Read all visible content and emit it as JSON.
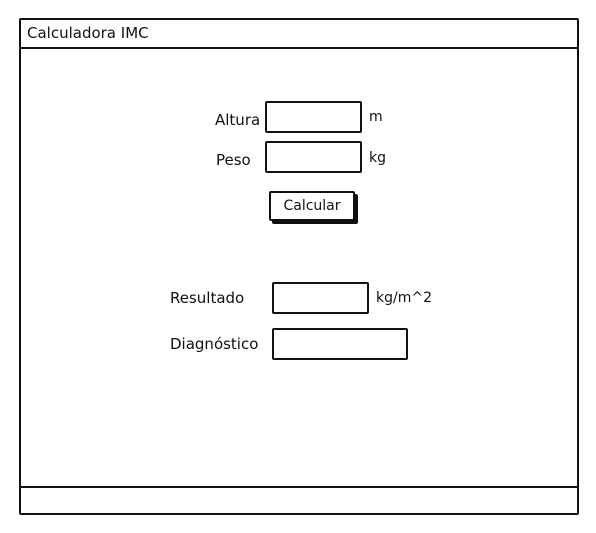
{
  "window": {
    "title": "Calculadora IMC"
  },
  "form": {
    "height_label": "Altura",
    "height_value": "",
    "height_unit": "m",
    "weight_label": "Peso",
    "weight_value": "",
    "weight_unit": "kg",
    "calculate_label": "Calcular"
  },
  "results": {
    "result_label": "Resultado",
    "result_value": "",
    "result_unit": "kg/m^2",
    "diagnosis_label": "Diagnóstico",
    "diagnosis_value": ""
  }
}
